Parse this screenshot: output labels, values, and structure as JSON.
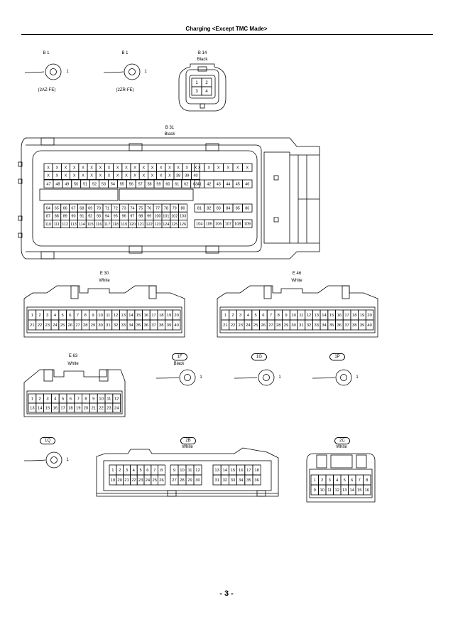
{
  "header": {
    "title": "Charging <Except TMC Made>"
  },
  "footer": {
    "page": "- 3 -"
  },
  "connectors": {
    "b1_a": {
      "code": "B 1",
      "note": "(2AZ-FE)",
      "pin": "1"
    },
    "b1_b": {
      "code": "B 1",
      "note": "(2ZR-FE)",
      "pin": "1"
    },
    "b14": {
      "code": "B 14",
      "color": "Black",
      "pins": [
        "1",
        "2",
        "3",
        "4"
      ]
    },
    "b31": {
      "code": "B 31",
      "color": "Black",
      "rows": [
        [
          "X",
          "X",
          "X",
          "X",
          "X",
          "X",
          "X",
          "X",
          "X",
          "X",
          "X",
          "X",
          "X",
          "X",
          "X",
          "X",
          "X",
          "X"
        ],
        [
          "X",
          "X",
          "X",
          "X",
          "X",
          "X",
          "X",
          "X",
          "X",
          "X",
          "X",
          "X",
          "X",
          "X",
          "X",
          "38",
          "39",
          "40"
        ],
        [
          "47",
          "48",
          "49",
          "50",
          "51",
          "52",
          "53",
          "54",
          "55",
          "56",
          "57",
          "58",
          "59",
          "60",
          "61",
          "62",
          "63"
        ],
        [
          "64",
          "65",
          "66",
          "67",
          "68",
          "69",
          "70",
          "71",
          "72",
          "73",
          "74",
          "75",
          "76",
          "77",
          "78",
          "79",
          "80"
        ],
        [
          "87",
          "88",
          "89",
          "90",
          "91",
          "92",
          "93",
          "94",
          "95",
          "96",
          "97",
          "98",
          "99",
          "100",
          "101",
          "102",
          "103"
        ],
        [
          "110",
          "111",
          "112",
          "113",
          "114",
          "115",
          "116",
          "117",
          "118",
          "119",
          "120",
          "121",
          "122",
          "123",
          "124",
          "125",
          "126"
        ]
      ],
      "side_rows": [
        [
          "X",
          "X",
          "X",
          "X",
          "X",
          "X"
        ],
        [
          "41",
          "42",
          "43",
          "44",
          "45",
          "46"
        ],
        [
          "81",
          "82",
          "83",
          "84",
          "85",
          "86"
        ],
        [
          "104",
          "105",
          "106",
          "107",
          "108",
          "109"
        ]
      ]
    },
    "e30": {
      "code": "E 30",
      "color": "White",
      "rows": [
        [
          "1",
          "2",
          "3",
          "4",
          "5",
          "6",
          "7",
          "8",
          "9",
          "10",
          "11",
          "12",
          "13",
          "14",
          "15",
          "16",
          "17",
          "18",
          "19",
          "20"
        ],
        [
          "21",
          "22",
          "23",
          "24",
          "25",
          "26",
          "27",
          "28",
          "29",
          "30",
          "31",
          "32",
          "33",
          "34",
          "35",
          "36",
          "37",
          "38",
          "39",
          "40"
        ]
      ]
    },
    "e46": {
      "code": "E 46",
      "color": "White",
      "rows": [
        [
          "1",
          "2",
          "3",
          "4",
          "5",
          "6",
          "7",
          "8",
          "9",
          "10",
          "11",
          "12",
          "13",
          "14",
          "15",
          "16",
          "17",
          "18",
          "19",
          "20"
        ],
        [
          "21",
          "22",
          "23",
          "24",
          "25",
          "26",
          "27",
          "28",
          "29",
          "30",
          "31",
          "32",
          "33",
          "34",
          "35",
          "36",
          "37",
          "38",
          "39",
          "40"
        ]
      ]
    },
    "e63": {
      "code": "E 63",
      "color": "White",
      "rows": [
        [
          "1",
          "2",
          "3",
          "4",
          "5",
          "6",
          "7",
          "8",
          "9",
          "10",
          "11",
          "12"
        ],
        [
          "13",
          "14",
          "15",
          "16",
          "17",
          "18",
          "19",
          "20",
          "21",
          "22",
          "23",
          "24"
        ]
      ]
    },
    "c1f": {
      "code": "1F",
      "color": "Black",
      "pin": "1"
    },
    "c1g": {
      "code": "1G",
      "pin": "1"
    },
    "c1p": {
      "code": "1P",
      "pin": "1"
    },
    "c1q": {
      "code": "1Q",
      "pin": "1"
    },
    "c2b": {
      "code": "2B",
      "color": "White",
      "groups": [
        {
          "top": [
            "1",
            "2",
            "3",
            "4",
            "5",
            "6",
            "7",
            "8"
          ],
          "bot": [
            "19",
            "20",
            "21",
            "22",
            "23",
            "24",
            "25",
            "26"
          ]
        },
        {
          "top": [
            "9",
            "10",
            "11",
            "12"
          ],
          "bot": [
            "27",
            "28",
            "29",
            "30"
          ]
        },
        {
          "top": [
            "13",
            "14",
            "15",
            "16",
            "17",
            "18"
          ],
          "bot": [
            "31",
            "32",
            "33",
            "34",
            "35",
            "36"
          ]
        }
      ]
    },
    "c2c": {
      "code": "2C",
      "color": "White",
      "rows": [
        [
          "1",
          "2",
          "3",
          "4",
          "5",
          "6",
          "7",
          "8"
        ],
        [
          "9",
          "10",
          "11",
          "12",
          "13",
          "14",
          "15",
          "16"
        ]
      ]
    }
  }
}
